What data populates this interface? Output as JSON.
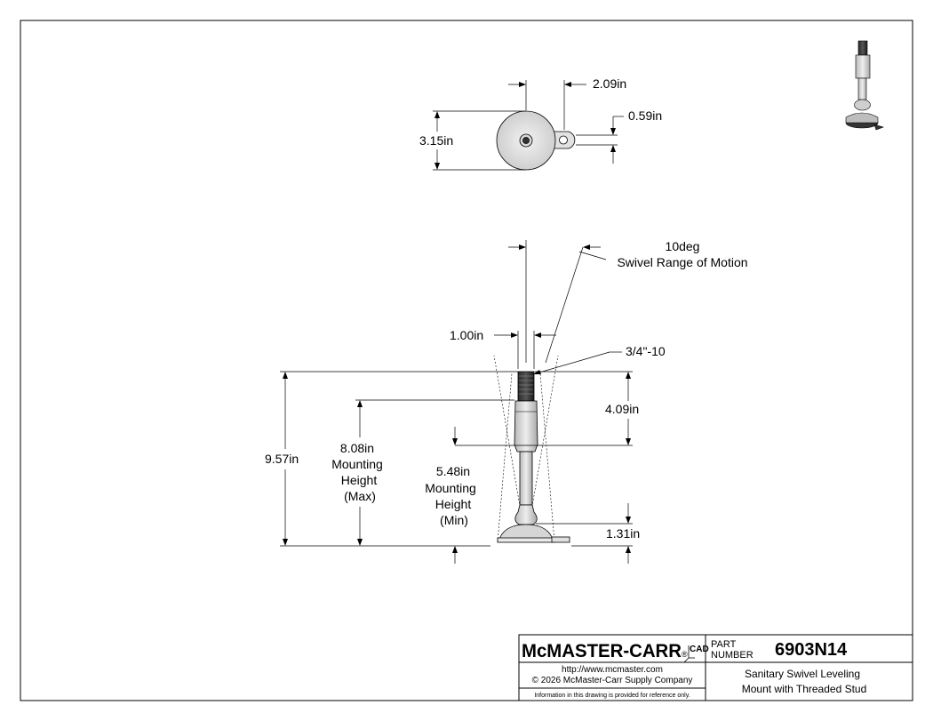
{
  "top_view": {
    "width_dim": "2.09in",
    "tab_dim": "0.59in",
    "diameter_dim": "3.15in"
  },
  "side_view": {
    "swivel_angle": "10deg",
    "swivel_label": "Swivel Range of Motion",
    "stud_dia_dim": "1.00in",
    "thread_callout": "3/4\"-10",
    "thread_length_dim": "4.09in",
    "overall_height_dim": "9.57in",
    "max_height": {
      "value": "8.08in",
      "line1": "Mounting",
      "line2": "Height",
      "line3": "(Max)"
    },
    "min_height": {
      "value": "5.48in",
      "line1": "Mounting",
      "line2": "Height",
      "line3": "(Min)"
    },
    "base_height_dim": "1.31in"
  },
  "title_block": {
    "logo_text": "McMASTER-CARR",
    "logo_registered": "®",
    "logo_cad": "CAD",
    "url": "http://www.mcmaster.com",
    "copyright": "© 2026 McMaster-Carr Supply Company",
    "note": "Information in this drawing is provided for reference only.",
    "part_label_1": "PART",
    "part_label_2": "NUMBER",
    "part_number": "6903N14",
    "desc_line1": "Sanitary Swivel Leveling",
    "desc_line2": "Mount with Threaded Stud"
  },
  "colors": {
    "line": "#000000",
    "part_fill": "#cfcfcf",
    "part_dark": "#2a2a2a"
  }
}
